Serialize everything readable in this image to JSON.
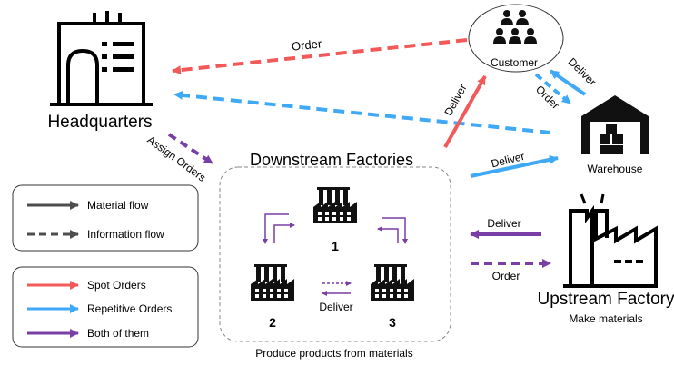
{
  "nodes": {
    "headquarters": "Headquarters",
    "customer": "Customer",
    "warehouse": "Warehouse",
    "downstream": "Downstream Factories",
    "downstream_caption": "Produce products from materials",
    "factory_1": "1",
    "factory_2": "2",
    "factory_3": "3",
    "upstream": "Upstream Factory",
    "upstream_caption": "Make materials"
  },
  "edges": {
    "customer_to_hq": "Order",
    "hq_to_downstream": "Assign Orders",
    "downstream_to_customer": "Deliver",
    "warehouse_to_customer": "Deliver",
    "customer_to_warehouse": "Order",
    "downstream_to_warehouse": "Deliver",
    "upstream_to_downstream": "Deliver",
    "downstream_to_upstream": "Order",
    "between_factories": "Deliver"
  },
  "legend_lines": {
    "material": "Material flow",
    "information": "Information flow"
  },
  "legend_orders": {
    "spot": "Spot Orders",
    "repetitive": "Repetitive Orders",
    "both": "Both of them"
  },
  "colors": {
    "spot": "#f25a5a",
    "repetitive": "#3fa9f5",
    "both": "#7a3fa6",
    "neutral": "#4d4d4d"
  }
}
